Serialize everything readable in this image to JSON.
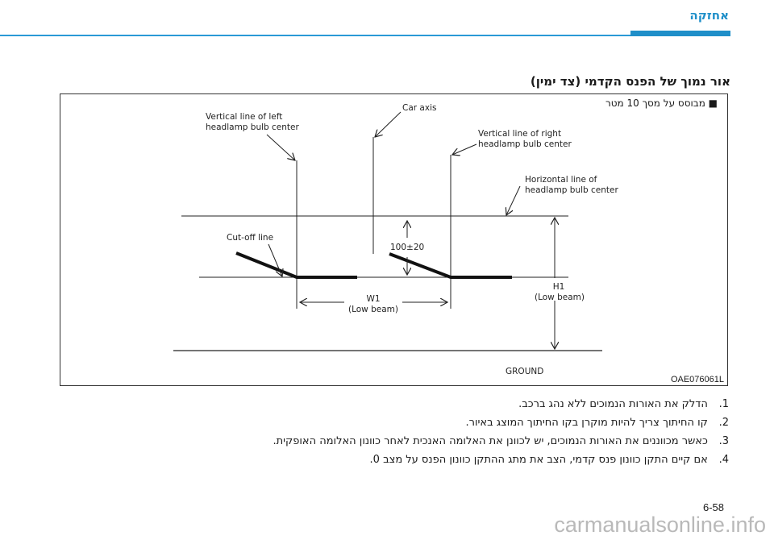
{
  "header": {
    "title": "אחזקה"
  },
  "section": {
    "heading": "אור נמוך של הפנס הקדמי (צד ימין)"
  },
  "figure": {
    "note": "■ מבוסס על מסך 10 מטר",
    "labels": {
      "left_bulb": "Vertical line of left",
      "left_bulb_2": "headlamp bulb center",
      "car_axis": "Car axis",
      "right_bulb": "Vertical line of right",
      "right_bulb_2": "headlamp bulb center",
      "horizontal": "Horizontal line of",
      "horizontal_2": "headlamp bulb center",
      "cutoff": "Cut-off line",
      "tolerance": "100±20",
      "h1": "H1",
      "h1_sub": "(Low beam)",
      "w1": "W1",
      "w1_sub": "(Low beam)",
      "ground": "GROUND"
    },
    "code": "OAE076061L"
  },
  "steps": [
    {
      "num": "1.",
      "text": "הדלק את האורות הנמוכים ללא נהג ברכב."
    },
    {
      "num": "2.",
      "text": "קו החיתוך צריך להיות מוקרן בקו החיתוך המוצג באיור."
    },
    {
      "num": "3.",
      "text": "כאשר מכווננים את האורות הנמוכים, יש לכוונן את האלומה האנכית לאחר כוונון האלומה האופקית."
    },
    {
      "num": "4.",
      "text": "אם קיים התקן כוונון פנס קדמי, הצב את מתג ההתקן כוונון הפנס על מצב 0."
    }
  ],
  "page": {
    "number": "6-58"
  },
  "watermark": "carmanualsonline.info"
}
